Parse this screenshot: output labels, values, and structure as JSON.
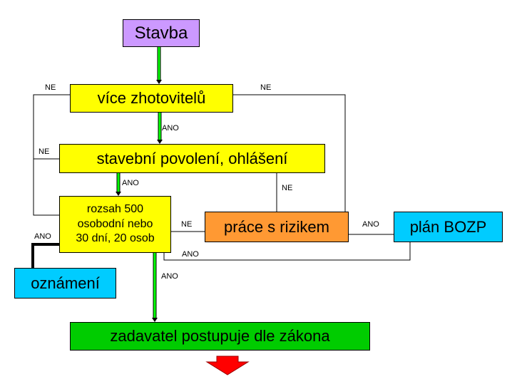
{
  "nodes": {
    "stavba": "Stavba",
    "vice_zhotovitelu": "více zhotovitelů",
    "stavebni_povoleni": "stavební povolení, ohlášení",
    "rozsah": [
      "rozsah 500",
      "osobodní nebo",
      "30 dní, 20 osob"
    ],
    "prace_s_rizikem": "práce s rizikem",
    "plan_bozp": "plán BOZP",
    "oznameni": "oznámení",
    "zadavatel": "zadavatel postupuje dle zákona"
  },
  "edge_labels": {
    "ne_left_top": "NE",
    "ne_right_top": "NE",
    "ano_vice": "ANO",
    "ne_left_mid": "NE",
    "ano_povoleni": "ANO",
    "ne_povoleni_riziko": "NE",
    "ne_rozsah_riziko": "NE",
    "ano_riziko_plan": "ANO",
    "ano_rozsah_oznameni": "ANO",
    "ano_plan_back": "ANO",
    "ano_rozsah_zadavatel": "ANO"
  },
  "colors": {
    "stavba": "#cc99ff",
    "decision": "#ffff00",
    "riziko": "#ff9933",
    "info": "#00ccff",
    "result": "#00cc00",
    "arrow_green": "#00ff00",
    "arrow_red": "#ff0000"
  }
}
